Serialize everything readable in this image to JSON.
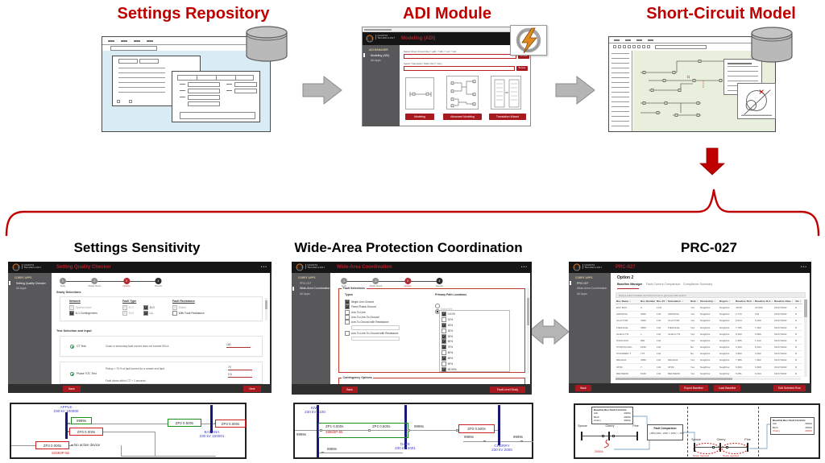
{
  "colors": {
    "accent_red": "#c00000",
    "app_button_red": "#a8191f",
    "header_bg": "#151515",
    "sidebar_bg": "#58585a",
    "bus_navy": "#181878",
    "label_blue": "#3a3acc",
    "green_box": "#1e8f1e",
    "red_box": "#cc2020",
    "purple_dashed": "#7030a0",
    "gray_arrow": "#b5b5b5"
  },
  "titles": {
    "settings_repository": "Settings Repository",
    "adi_module": "ADI Module",
    "short_circuit_model": "Short-Circuit Model",
    "settings_sensitivity": "Settings Sensitivity",
    "wide_area": "Wide-Area Protection Coordination",
    "prc027": "PRC-027"
  },
  "brand": {
    "line1": "QUANTA",
    "line2": "TECHNOLOGY"
  },
  "stepper": {
    "steps": [
      {
        "n": "1",
        "label": "Study",
        "state": "done"
      },
      {
        "n": "2",
        "label": "Model Check",
        "state": "done"
      },
      {
        "n": "3",
        "label": "Options",
        "state": "active"
      },
      {
        "n": "4",
        "label": "Results",
        "state": "next"
      }
    ]
  },
  "adi": {
    "header_title": "Modeling (ADI)",
    "sidebar_section": "ADI MANAGER",
    "sidebar_items": [
      "Modeling (ADI)",
      "All Apps"
    ],
    "field1_label": "Select Short Circuit File (*.gdb / *.fdb / *.olr / *.lst)",
    "field2_label": "Select Translation Table File (*.xlsx)",
    "browse_label": "Browse",
    "buttons": [
      "Modeling",
      "Advanced Modeling",
      "Translation Wizard"
    ]
  },
  "sqc": {
    "header_title": "Setting Quality Checker",
    "menu_dots": "•••",
    "sidebar_section": "COREY APPS",
    "sidebar_items": [
      "Setting Quality Checker",
      "All Apps"
    ],
    "study_title": "Study Selections",
    "network_hdr": "Network",
    "network_items": [
      {
        "label": "System Intact",
        "checked": true,
        "disabled": true
      },
      {
        "label": "N-1 Contingencies",
        "checked": true
      }
    ],
    "faulttype_hdr": "Fault Type",
    "faulttype_col1": [
      {
        "label": "3LG",
        "checked": true,
        "disabled": true
      },
      {
        "label": "SLG",
        "checked": true,
        "disabled": true
      }
    ],
    "faulttype_col2": [
      {
        "label": "2LG",
        "checked": true
      },
      {
        "label": "L-L",
        "checked": true
      }
    ],
    "faultres_hdr": "Fault Resistance",
    "faultres_items": [
      {
        "label": "Bolted",
        "checked": true,
        "disabled": true
      },
      {
        "label": "With Fault Resistance",
        "checked": false
      }
    ],
    "tests_title": "Test Selection and Input",
    "test1_name": "CT Test",
    "test1_desc": "Close-in secondary fault current does not exceed 500 A.",
    "test1_value": "100",
    "test2_name": "Phase TOC Test",
    "test2_desc": "Pickup < 70 % of fault current for a remote end fault.",
    "test2_desc2": "Fault clears within CTI + 1 seconds.",
    "test2_value1": "70",
    "test2_value2": "0.5",
    "back": "Back",
    "next": "Next"
  },
  "wac": {
    "header_title": "Wide-Area Coordination",
    "menu_dots": "•••",
    "sidebar_section": "COREY APPS",
    "sidebar_items": [
      "PRC-027",
      "Wide-Area Coordination",
      "All Apps"
    ],
    "footer": "COREY Server",
    "fault_selections": "Fault Selections",
    "types_label": "Types",
    "types": [
      {
        "label": "Single Line-Ground",
        "checked": true
      },
      {
        "label": "Three-Phase-Ground",
        "checked": true
      },
      {
        "label": "Line-To-Line",
        "checked": false
      },
      {
        "label": "Line-To-Line-To-Ground",
        "checked": false
      },
      {
        "label": "Line-To-Ground with Resistance",
        "checked": false,
        "input": true
      },
      {
        "label": "Line-To-Line-To-Ground with Resistance",
        "checked": false,
        "input": true
      }
    ],
    "primary_label": "Primary Path Locations",
    "radio1": "Every 5%",
    "radio2": "Select from Standard Locations",
    "locations": [
      {
        "label": "0.01%",
        "checked": true
      },
      {
        "label": "10%",
        "checked": false
      },
      {
        "label": "15%",
        "checked": true
      },
      {
        "label": "20%",
        "checked": false
      },
      {
        "label": "30%",
        "checked": true
      },
      {
        "label": "50%",
        "checked": true
      },
      {
        "label": "70%",
        "checked": true
      },
      {
        "label": "80%",
        "checked": false
      },
      {
        "label": "85%",
        "checked": true
      },
      {
        "label": "90%",
        "checked": false
      },
      {
        "label": "99.99%",
        "checked": true
      }
    ],
    "contingency": "Contingency Options",
    "back": "Back",
    "run": "Fault Level Study"
  },
  "prc": {
    "header_title": "PRC-027",
    "menu_dots": "•••",
    "sidebar_section": "COREY APPS",
    "sidebar_items": [
      "PRC-027",
      "Wide-Area Coordination",
      "All Apps"
    ],
    "footer": "COREY Database",
    "option": "Option 2",
    "tabs": [
      "Baseline Manager",
      "Fault Current Comparison",
      "Compliance Summary"
    ],
    "group_hint": "Drag a column header and drop it here to group by that column",
    "columns": [
      "Bus Name",
      "Bus Number",
      "Bus kV",
      "Substation",
      "Real",
      "Ownership",
      "Region",
      "Baseline SLG",
      "Baseline 3LG",
      "Baseline Date",
      "Val"
    ],
    "rows": [
      [
        "EST BUS",
        "0",
        "13.8",
        "",
        "Yes",
        "Neighbor",
        "Neighbor",
        "48.58",
        "23.908",
        "03/17/2022",
        "N"
      ],
      [
        "ARIZONA",
        "3000",
        "132",
        "ARIZONA",
        "Yes",
        "Neighbor",
        "Neighbor",
        "2,776",
        "132",
        "03/17/2022",
        "N"
      ],
      [
        "CLAYTOR",
        "3300",
        "132",
        "CLAYTOR",
        "Yes",
        "Neighbor",
        "Neighbor",
        "8,514",
        "8,196",
        "03/17/2022",
        "N"
      ],
      [
        "FIELDALE",
        "3600",
        "132",
        "FIELDALE",
        "Yes",
        "Neighbor",
        "Neighbor",
        "7,785",
        "7,392",
        "03/17/2022",
        "N"
      ],
      [
        "GLEN LYN",
        "1",
        "132",
        "GLEN LYN",
        "Yes",
        "Neighbor",
        "Neighbor",
        "8,290",
        "6,896",
        "03/17/2022",
        "N"
      ],
      [
        "HANCOCK",
        "800",
        "132",
        "",
        "Yes",
        "Neighbor",
        "Neighbor",
        "1,565",
        "1,512",
        "03/17/2022",
        "N"
      ],
      [
        "HOPATCONG",
        "6150",
        "132",
        "",
        "No",
        "Neighbor",
        "Neighbor",
        "3,180",
        "6,034",
        "03/17/2022",
        "N"
      ],
      [
        "HOARDER T",
        "773",
        "132",
        "",
        "No",
        "Neighbor",
        "Neighbor",
        "4,890",
        "3,062",
        "03/17/2022",
        "N"
      ],
      [
        "NEVADA",
        "3050",
        "132",
        "NEVADA",
        "Yes",
        "Neighbor",
        "Neighbor",
        "7,386",
        "7,802",
        "03/17/2022",
        "N"
      ],
      [
        "OHIO",
        "7",
        "132",
        "OHIO",
        "Yes",
        "Neighbor",
        "Neighbor",
        "6,809",
        "6,808",
        "03/17/2022",
        "N"
      ],
      [
        "REUSENS",
        "6130",
        "132",
        "REUSENS",
        "Yes",
        "Neighbor",
        "Neighbor",
        "5,051",
        "6,034",
        "03/17/2022",
        "N"
      ]
    ],
    "back": "Back",
    "buttons": [
      "Export Baseline",
      "Load Baseline",
      "Edit Selected Row"
    ]
  },
  "diagram1": {
    "bus1_name": "APPLE",
    "bus1_kv": "230 kV 100000",
    "bus2_name": "BANANA",
    "bus2_kv": "230 kV 100001",
    "box_9999": "9999s",
    "box_zp2": "ZP2 0.500s",
    "box_zp3a": "ZP3 0.000s",
    "box_zp3b": "ZP3 0.000s",
    "box_zp3c": "ZP3 0.000s",
    "no_active": "No active device",
    "relay_id": "S2593P-56"
  },
  "diagram2": {
    "bus1_name": "KIWI",
    "bus1_kv": "230 kV 2100",
    "bus2_name": "DATE",
    "bus2_kv": "230 kV 2001",
    "bus3_name": "CHERRY",
    "bus3_kv": "230 kV 2000",
    "zp1": "ZP1 0.000s",
    "relay_id": "39583P-55",
    "zp2_in": "ZP2 0.500s",
    "zp2_box": "ZP2 0.500s",
    "t9999": "9999s"
  },
  "diagram3": {
    "table_title": "Baseline Bus Fault Currents:",
    "table1_rows": [
      [
        "Ash",
        "2000A"
      ],
      [
        "Birch",
        "2000A"
      ],
      [
        "Cherry",
        "2000A"
      ]
    ],
    "table2_rows": [
      [
        "Ash",
        "2000A"
      ],
      [
        "Birch",
        "2000A"
      ],
      [
        "Cherry",
        "2000A"
      ]
    ],
    "fault_comparison_title": "Fault Comparison",
    "fault_comparison_formula": "( ABS( 2000 - 2000 ) / 2000 ) < 15%",
    "bus_a": "Spruce",
    "bus_b": "Cherry",
    "bus_c": "Pine",
    "fault_current": "2000A",
    "study_required": "Study required"
  }
}
